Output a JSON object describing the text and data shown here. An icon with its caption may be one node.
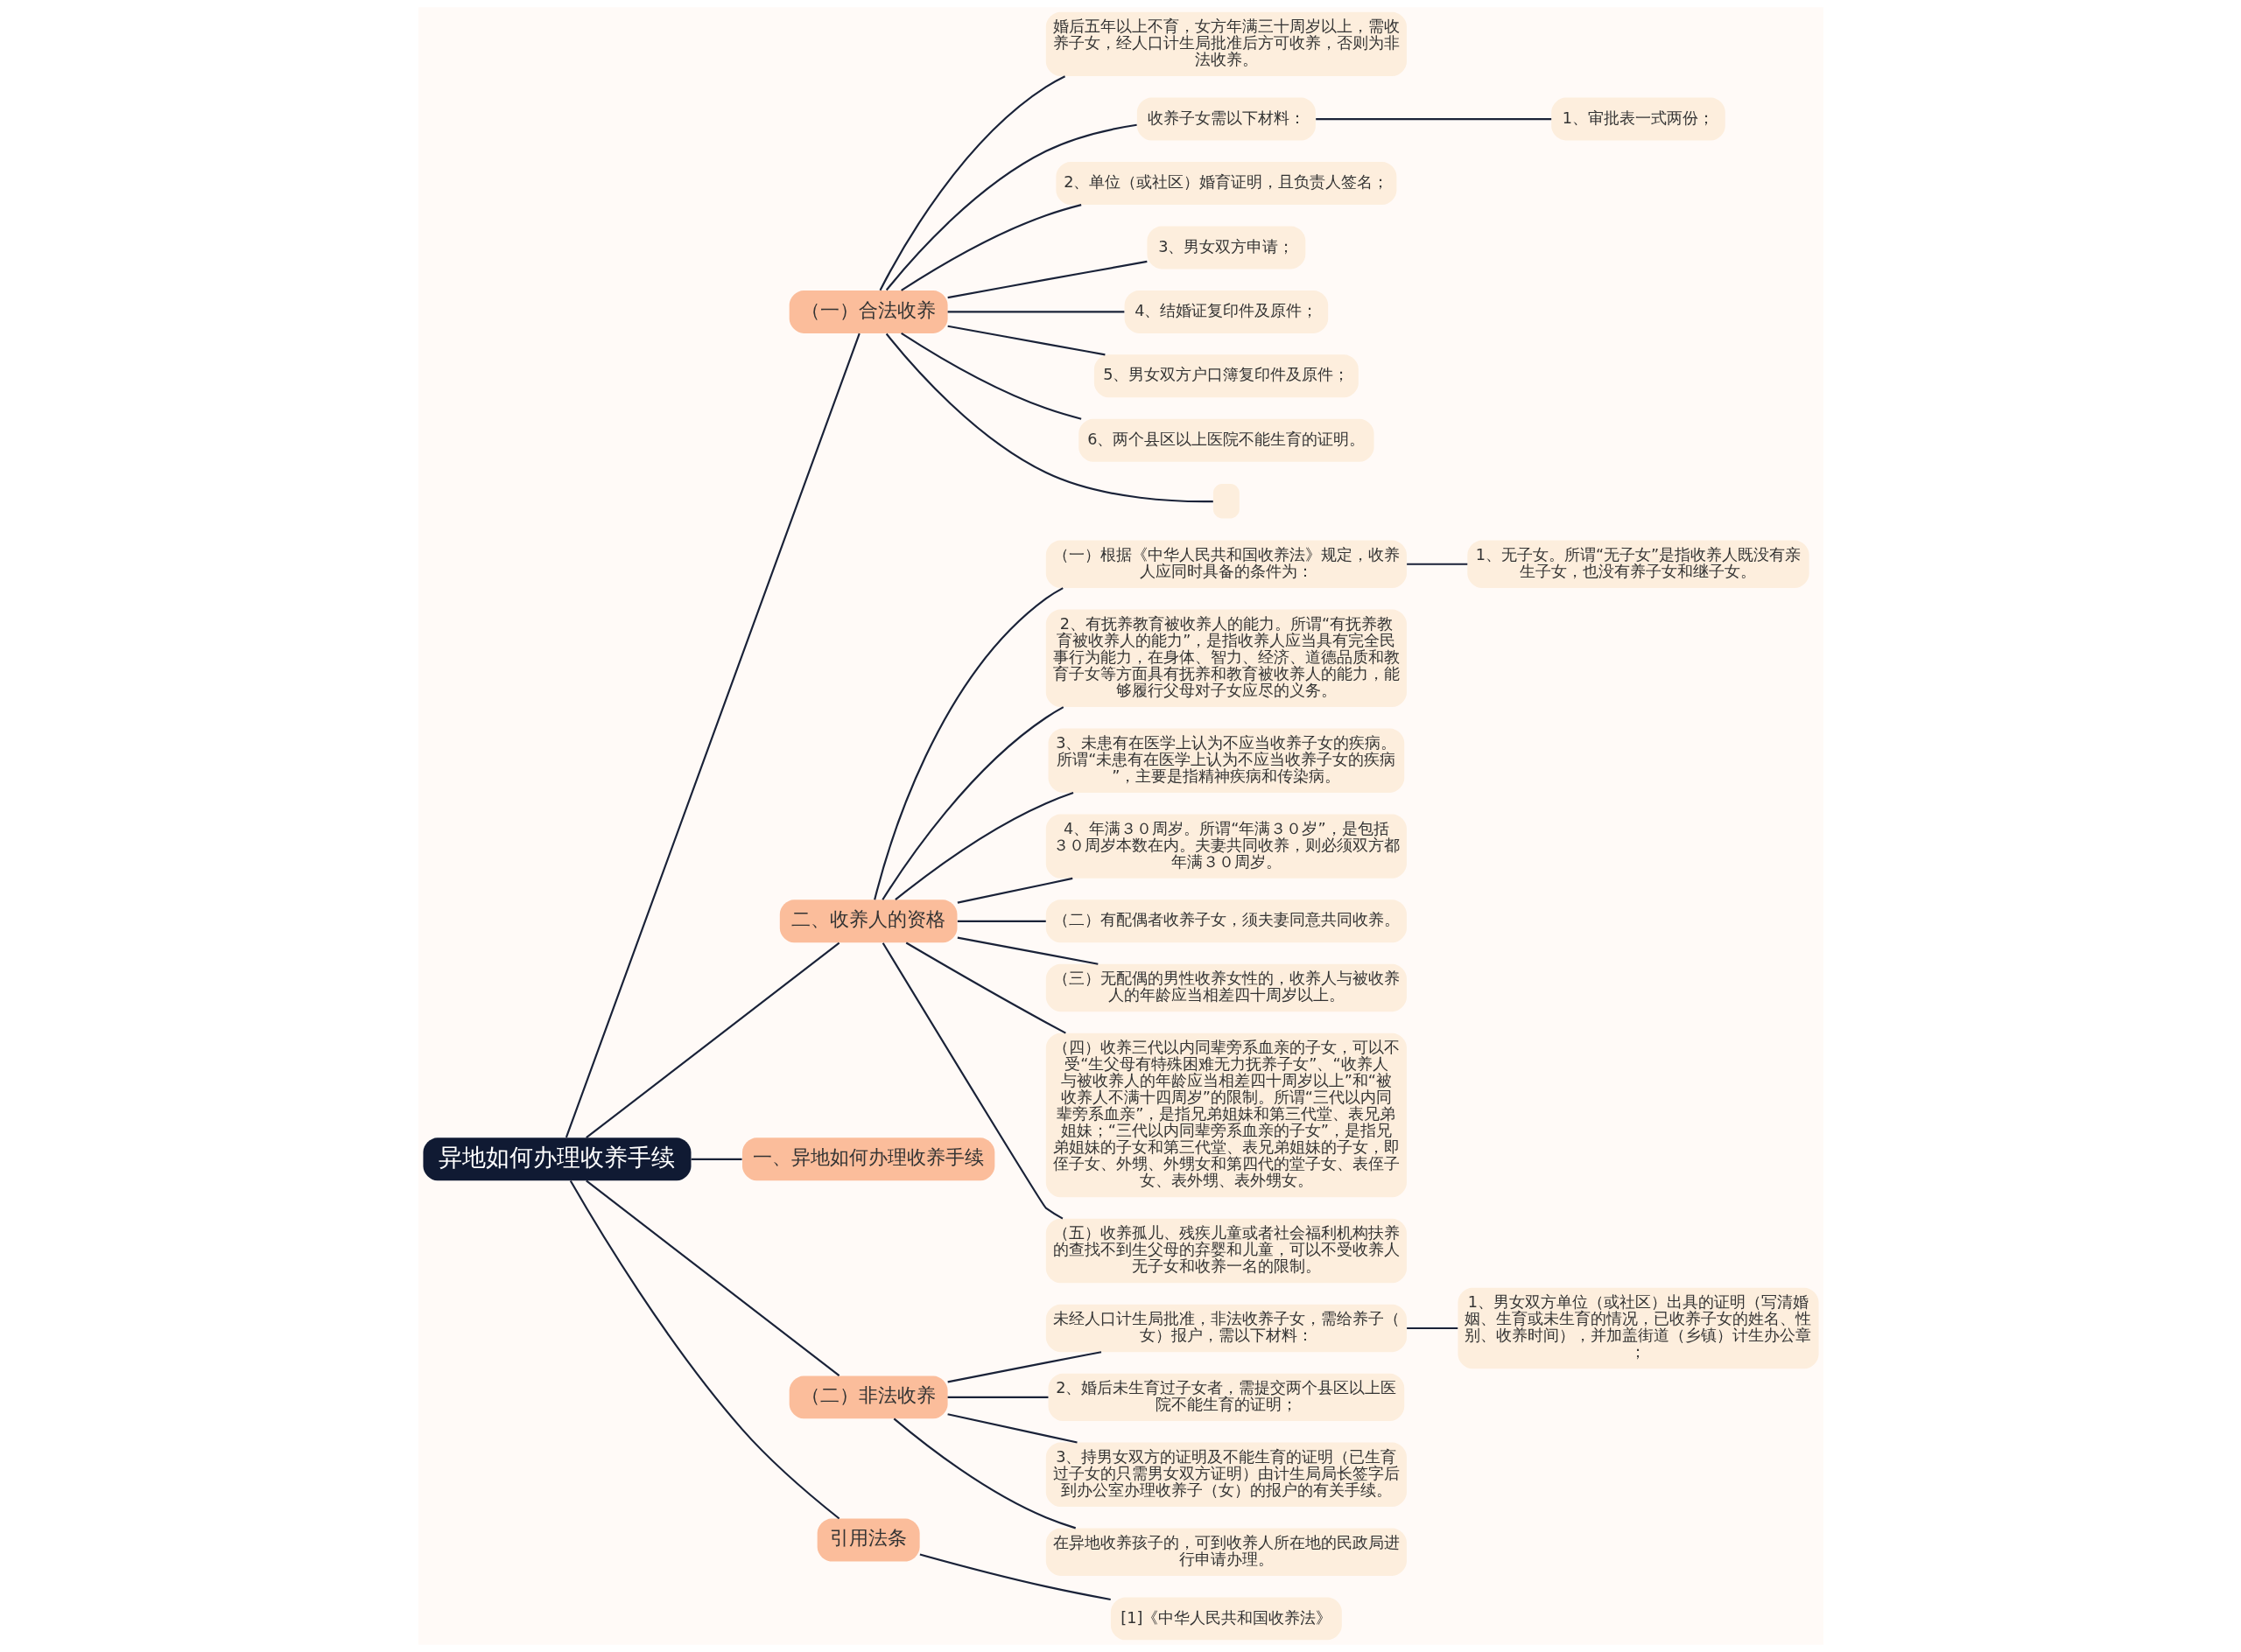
{
  "diagram": {
    "nodes": [
      {
        "text": [
          "异地如何办理收养手续"
        ]
      },
      {
        "text": [
          "（一）合法收养"
        ]
      },
      {
        "text": [
          "婚后五年以上不育，女方年满三十周岁以上，需收养子女，经人口计生局批准后方可收养，否则为非法收养。"
        ]
      },
      {
        "text": [
          "收养子女需以下材料："
        ]
      },
      {
        "text": [
          "1、审批表一式两份；"
        ]
      },
      {
        "text": [
          "2、单位（或社区）婚育证明，且负责人签名；"
        ]
      },
      {
        "text": [
          "3、男女双方申请；"
        ]
      },
      {
        "text": [
          "4、结婚证复印件及原件；"
        ]
      },
      {
        "text": [
          "5、男女双方户口簿复印件及原件；"
        ]
      },
      {
        "text": [
          "6、两个县区以上医院不能生育的证明。"
        ]
      },
      {
        "text": [],
        "shape": "box"
      },
      {
        "text": [
          "二、收养人的资格"
        ]
      },
      {
        "text": [
          "（一）根据《中华人民共和国收养法》规定，收养人应同时具备的条件为："
        ]
      },
      {
        "text": [
          "1、无子女。所谓“无子女”是指收养人既没有亲生子女，也没有养子女和继子女。"
        ]
      },
      {
        "text": [
          "2、有抚养教育被收养人的能力。所谓“有抚养教育被收养人的能力”，是指收养人应当具有完全民事行为能力，在身体、智力、经济、道德品质和教育子女等方面具有抚养和教育被收养人的能力，能够履行父母对子女应尽的义务。"
        ]
      },
      {
        "text": [
          "3、未患有在医学上认为不应当收养子女的疾病。所谓“未患有在医学上认为不应当收养子女的疾病”，主要是指精神疾病和传染病。"
        ]
      },
      {
        "text": [
          "4、年满３０周岁。所谓“年满３０岁”，是包括３０周岁本数在内。夫妻共同收养，则必须双方都年满３０周岁。"
        ]
      },
      {
        "text": [
          "（二）有配偶者收养子女，须夫妻同意共同收养。"
        ]
      },
      {
        "text": [
          "（三）无配偶的男性收养女性的，收养人与被收养人的年龄应当相差四十周岁以上。"
        ]
      },
      {
        "text": [
          "（四）收养三代以内同辈旁系血亲的子女，可以不受“生父母有特殊困难无力抚养子女”、“收养人与被收养人的年龄应当相差四十周岁以上”和“被收养人不满十四周岁”的限制。所谓“三代以内同辈旁系血亲”，是指兄弟姐妹和第三代堂、表兄弟姐妹；“三代以内同辈旁系血亲的子女”，是指兄弟姐妹的子女和第三代堂、表兄弟姐妹的子女，即侄子女、外甥、外甥女和第四代的堂子女、表侄子女、表外甥、表外甥女。"
        ]
      },
      {
        "text": [
          "（五）收养孤儿、残疾儿童或者社会福利机构扶养的查找不到生父母的弃婴和儿童，可以不受收养人无子女和收养一名的限制。"
        ]
      },
      {
        "text": [
          "一、异地如何办理收养手续"
        ]
      },
      {
        "text": [
          "（二）非法收养"
        ]
      },
      {
        "text": [
          "未经人口计生局批准，非法收养子女，需给养子（女）报户，需以下材料："
        ]
      },
      {
        "text": [
          "1、男女双方单位（或社区）出具的证明（写清婚姻、生育或未生育的情况，已收养子女的姓名、性别、收养时间），并加盖街道（乡镇）计生办公章；"
        ]
      },
      {
        "text": [
          "2、婚后未生育过子女者，需提交两个县区以上医院不能生育的证明；"
        ]
      },
      {
        "text": [
          "3、持男女双方的证明及不能生育的证明（已生育过子女的只需男女双方证明）由计生局局长签字后到办公室办理收养子（女）的报户的有关手续。"
        ]
      },
      {
        "text": [
          "在异地收养孩子的，可到收养人所在地的民政局进行申请办理。"
        ]
      },
      {
        "text": [
          "引用法条"
        ]
      },
      {
        "text": [
          "[1]《中华人民共和国收养法》"
        ]
      }
    ],
    "edges": [
      {
        "from": 0,
        "to": 1,
        "arrow": "none"
      },
      {
        "from": 1,
        "to": 2,
        "arrow": "none"
      },
      {
        "from": 1,
        "to": 3,
        "arrow": "none"
      },
      {
        "from": 3,
        "to": 4,
        "arrow": "none"
      },
      {
        "from": 1,
        "to": 5,
        "arrow": "none"
      },
      {
        "from": 1,
        "to": 6,
        "arrow": "none"
      },
      {
        "from": 1,
        "to": 7,
        "arrow": "none"
      },
      {
        "from": 1,
        "to": 8,
        "arrow": "none"
      },
      {
        "from": 1,
        "to": 9,
        "arrow": "none"
      },
      {
        "from": 1,
        "to": 10,
        "arrow": "none"
      },
      {
        "from": 0,
        "to": 11,
        "arrow": "none"
      },
      {
        "from": 11,
        "to": 12,
        "arrow": "none"
      },
      {
        "from": 12,
        "to": 13,
        "arrow": "none"
      },
      {
        "from": 11,
        "to": 14,
        "arrow": "none"
      },
      {
        "from": 11,
        "to": 15,
        "arrow": "none"
      },
      {
        "from": 11,
        "to": 16,
        "arrow": "none"
      },
      {
        "from": 11,
        "to": 17,
        "arrow": "none"
      },
      {
        "from": 11,
        "to": 18,
        "arrow": "none"
      },
      {
        "from": 11,
        "to": 19,
        "arrow": "none"
      },
      {
        "from": 11,
        "to": 20,
        "arrow": "none"
      },
      {
        "from": 0,
        "to": 21,
        "arrow": "none"
      },
      {
        "from": 0,
        "to": 22,
        "arrow": "none"
      },
      {
        "from": 22,
        "to": 23,
        "arrow": "none"
      },
      {
        "from": 23,
        "to": 24,
        "arrow": "none"
      },
      {
        "from": 22,
        "to": 25,
        "arrow": "none"
      },
      {
        "from": 22,
        "to": 26,
        "arrow": "none"
      },
      {
        "from": 22,
        "to": 27,
        "arrow": "none"
      },
      {
        "from": 0,
        "to": 28,
        "arrow": "none"
      },
      {
        "from": 28,
        "to": 29,
        "arrow": "none"
      }
    ]
  }
}
